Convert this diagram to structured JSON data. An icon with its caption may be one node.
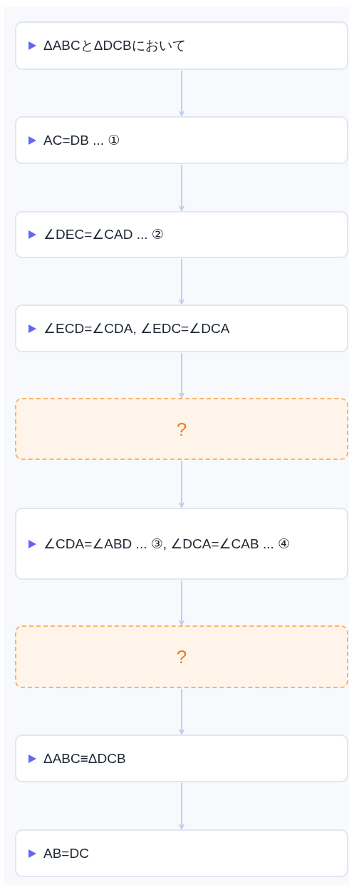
{
  "diagram": {
    "nodes": [
      {
        "text": [
          "ΔABCとΔDCBにおいて"
        ]
      },
      {
        "text": [
          "AC=DB ... ①"
        ]
      },
      {
        "text": [
          "∠DEC=∠CAD ... ②"
        ]
      },
      {
        "text": [
          "∠ECD=∠CDA, ∠EDC=∠DCA"
        ]
      },
      {
        "text": [
          "?"
        ]
      },
      {
        "text": [
          "∠CDA=∠ABD ... ③, ∠DCA=∠CAB ... ④"
        ]
      },
      {
        "text": [
          "?"
        ]
      },
      {
        "text": [
          "ΔABC≡ΔDCB"
        ]
      },
      {
        "text": [
          "AB=DC"
        ]
      }
    ],
    "edges": [
      {
        "from": 0,
        "to": 1,
        "arrow": "to"
      },
      {
        "from": 1,
        "to": 2,
        "arrow": "to"
      },
      {
        "from": 2,
        "to": 3,
        "arrow": "to"
      },
      {
        "from": 3,
        "to": 4,
        "arrow": "to"
      },
      {
        "from": 4,
        "to": 5,
        "arrow": "to"
      },
      {
        "from": 5,
        "to": 6,
        "arrow": "to"
      },
      {
        "from": 6,
        "to": 7,
        "arrow": "to"
      },
      {
        "from": 7,
        "to": 8,
        "arrow": "to"
      }
    ]
  }
}
